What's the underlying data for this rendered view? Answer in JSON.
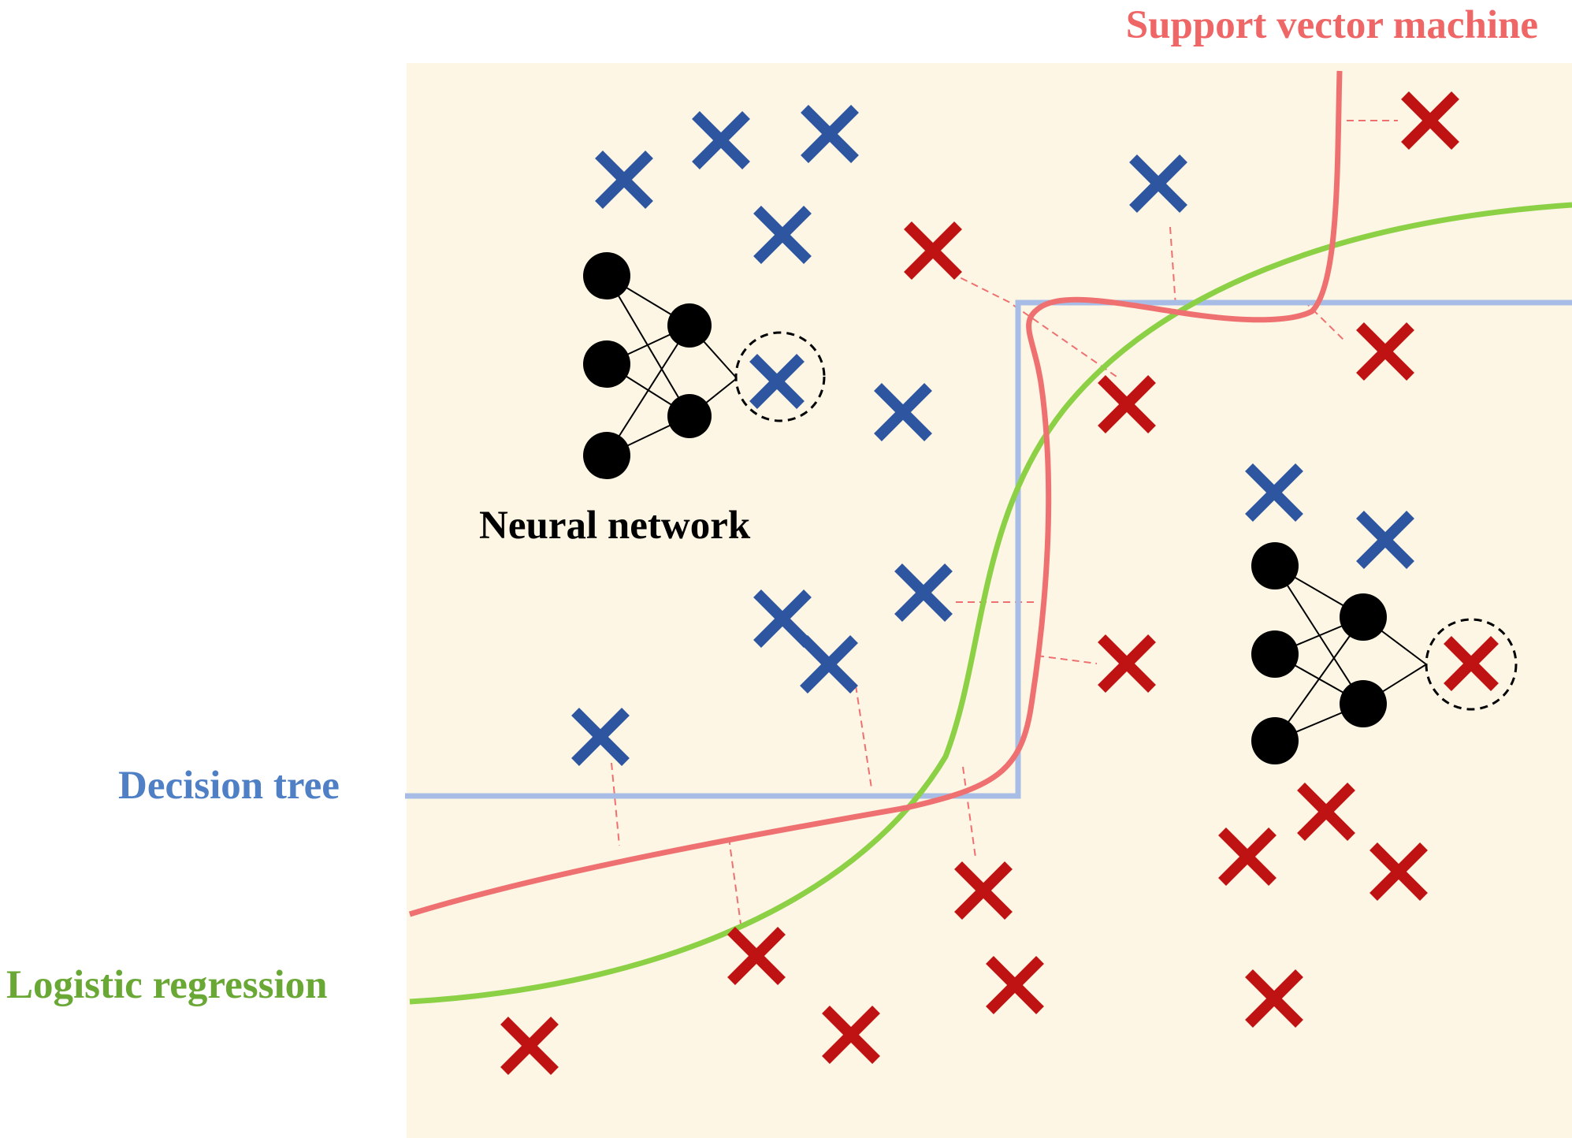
{
  "labels": {
    "svm": "Support vector machine",
    "decision_tree": "Decision tree",
    "logistic_regression": "Logistic regression",
    "neural_network": "Neural network"
  },
  "colors": {
    "background": "#fdf6e4",
    "class_blue": "#2e55a0",
    "class_red": "#bf1212",
    "svm_curve": "#ef7070",
    "logistic_curve": "#8cd046",
    "decision_tree_line": "#a8bde6",
    "svm_label": "#ef6666",
    "decision_tree_label": "#4f7fc4",
    "logistic_label": "#6aa836",
    "neural_network_label": "#000000",
    "nn_node": "#000000"
  },
  "legend_icons": {
    "blue_class_marker": "blue-x-marker-icon",
    "red_class_marker": "red-x-marker-icon",
    "neural_net_icon": "neural-network-icon"
  }
}
